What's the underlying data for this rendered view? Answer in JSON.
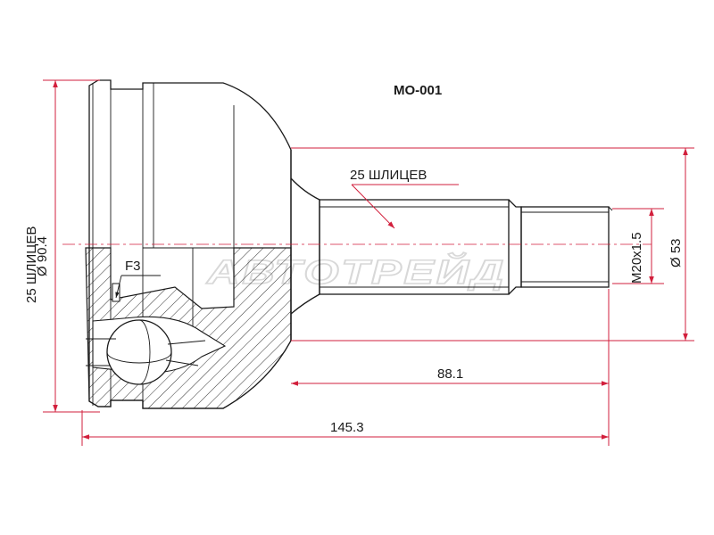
{
  "title": "MO-001",
  "watermark": "АВТОТРЕЙД",
  "labels": {
    "outer_splines": "25 ШЛИЦЕВ",
    "outer_diameter": "Ø 90.4",
    "shaft_splines": "25 ШЛИЦЕВ",
    "thread": "M20x1.5",
    "shaft_diameter": "Ø 53",
    "f3": "F3",
    "length_shaft": "88.1",
    "length_total": "145.3"
  },
  "colors": {
    "dimension": "#d21f3c",
    "outline": "#1a1a1a",
    "watermark": "#d8d8d8"
  }
}
